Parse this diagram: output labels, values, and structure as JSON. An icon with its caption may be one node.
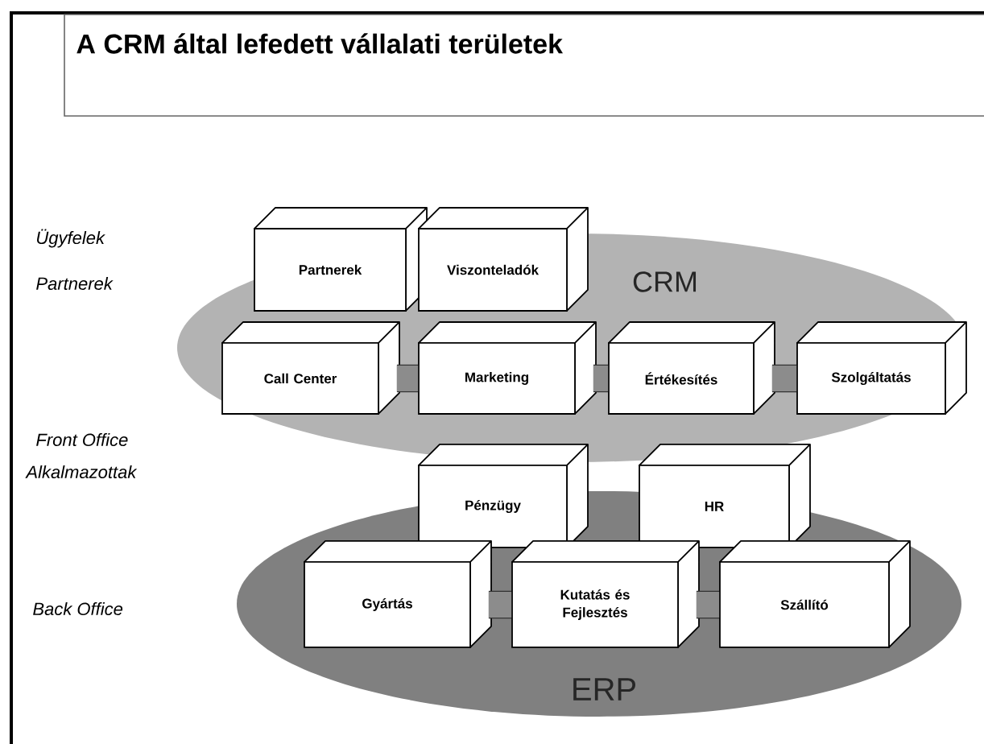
{
  "diagram": {
    "title": "A CRM által lefedett vállalati területek",
    "nodes": [
      {
        "text": [
          "CRM"
        ]
      },
      {
        "text": [
          "Partnerek"
        ],
        "in": 0
      },
      {
        "text": [
          "Viszonteladók"
        ],
        "in": 0
      },
      {
        "text": [
          "Call Center"
        ],
        "in": 0
      },
      {
        "text": [
          "Marketing"
        ],
        "in": 0
      },
      {
        "text": [
          "Értékesítés"
        ],
        "in": 0
      },
      {
        "text": [
          "Szolgáltatás"
        ],
        "in": 0
      },
      {
        "text": [
          "ERP"
        ]
      },
      {
        "text": [
          "Pénzügy"
        ]
      },
      {
        "text": [
          "HR"
        ]
      },
      {
        "text": [
          "Gyártás"
        ],
        "in": 7
      },
      {
        "text": [
          "Kutatás és Fejlesztés"
        ],
        "in": 7
      },
      {
        "text": [
          "Szállító"
        ],
        "in": 7
      }
    ],
    "edges": [
      {
        "from": 3,
        "to": 4,
        "arrow": "none"
      },
      {
        "from": 4,
        "to": 5,
        "arrow": "none"
      },
      {
        "from": 5,
        "to": 6,
        "arrow": "none"
      },
      {
        "from": 10,
        "to": 11,
        "arrow": "none"
      },
      {
        "from": 11,
        "to": 12,
        "arrow": "none"
      }
    ],
    "labels": [
      "Ügyfelek",
      "Partnerek",
      "Front Office",
      "Alkalmazottak",
      "Back Office"
    ]
  }
}
